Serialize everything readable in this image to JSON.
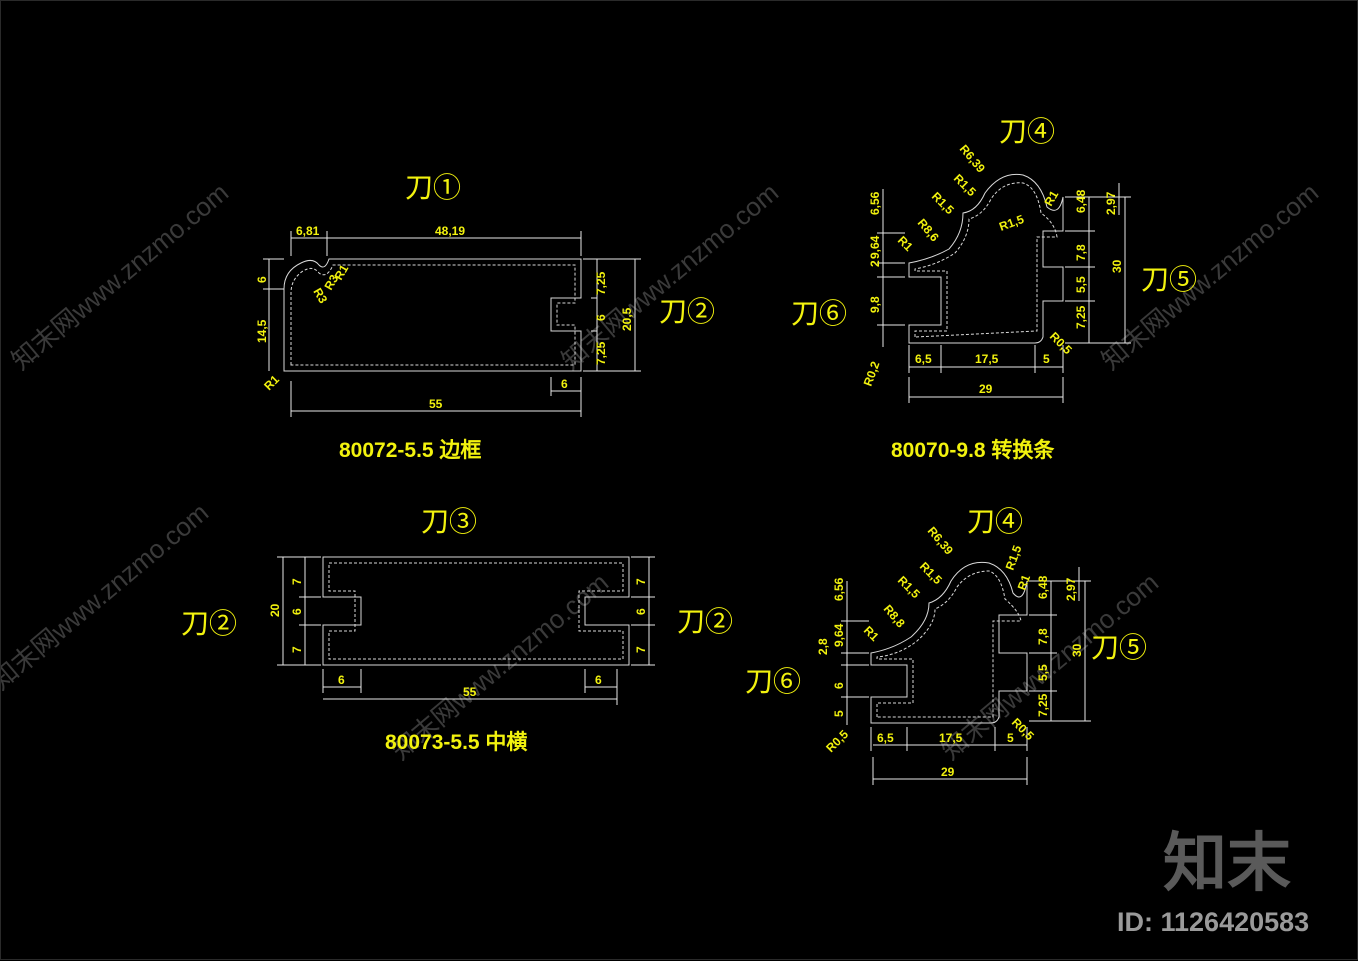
{
  "watermark": {
    "text": "知末网www.znzmo.com",
    "logo": "知末",
    "id_label": "ID: 1126420583"
  },
  "profiles": [
    {
      "caption": "80072-5.5 边框",
      "knives": [
        "刀①",
        "刀②"
      ],
      "dims": [
        "6,81",
        "48,19",
        "6",
        "R3",
        "R3",
        "R1",
        "14,5",
        "R1",
        "7,25",
        "6",
        "7,25",
        "20,5",
        "6",
        "55"
      ]
    },
    {
      "caption": "80070-9.8 转换条",
      "knives": [
        "刀④",
        "刀⑤",
        "刀⑥"
      ],
      "dims": [
        "6,56",
        "R1,5",
        "R1,5",
        "R6,39",
        "R8,6",
        "9,64",
        "R1",
        "2",
        "9,8",
        "R1,5",
        "R1",
        "6,48",
        "2,97",
        "7,8",
        "5,5",
        "7,25",
        "30",
        "R0,5",
        "R0,2",
        "6,5",
        "17,5",
        "5",
        "29"
      ]
    },
    {
      "caption": "80073-5.5 中横",
      "knives": [
        "刀③",
        "刀②",
        "刀②"
      ],
      "dims": [
        "7",
        "6",
        "7",
        "20",
        "7",
        "6",
        "7",
        "6",
        "55",
        "6"
      ]
    },
    {
      "caption": "",
      "knives": [
        "刀④",
        "刀⑤",
        "刀⑥"
      ],
      "dims": [
        "6,56",
        "R1,5",
        "R1,5",
        "R6,39",
        "R8,8",
        "9,64",
        "2,8",
        "R1",
        "6",
        "5",
        "R1,5",
        "R1",
        "6,48",
        "2,97",
        "7,8",
        "5,5",
        "7,25",
        "30",
        "R0,5",
        "R0,5",
        "6,5",
        "17,5",
        "5",
        "29"
      ]
    }
  ]
}
